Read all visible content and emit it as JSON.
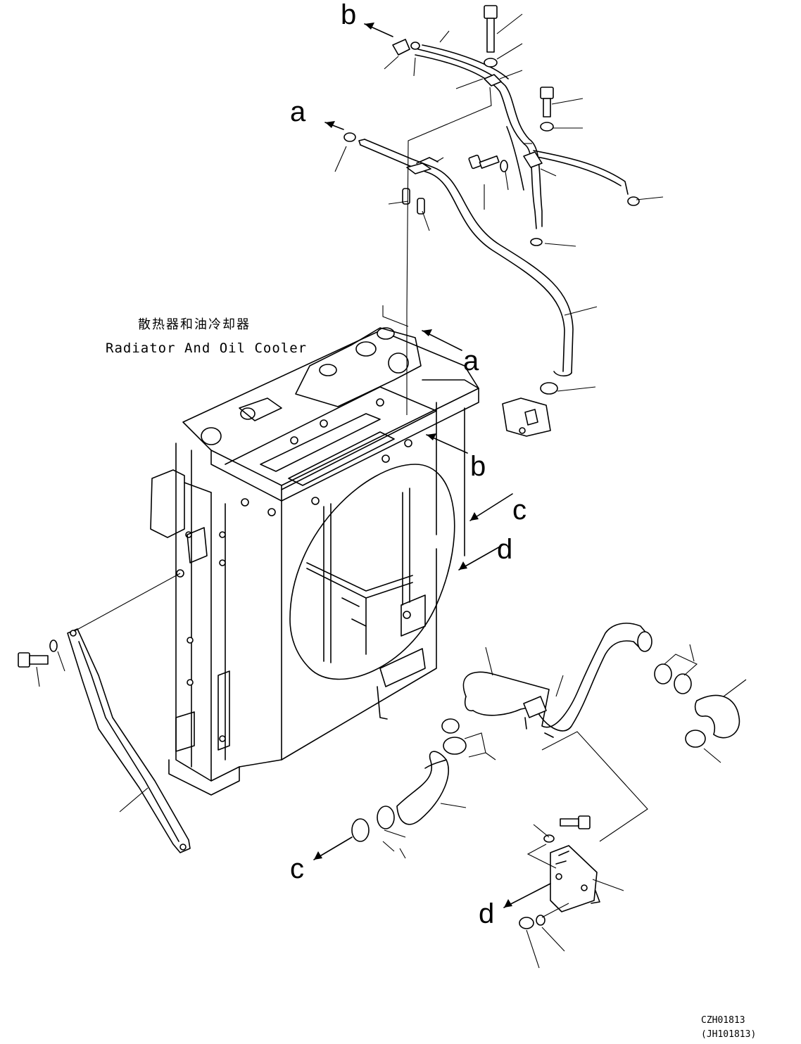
{
  "title": {
    "chinese": "散热器和油冷却器",
    "english": "Radiator And Oil Cooler"
  },
  "reference_labels": {
    "a": "a",
    "b": "b",
    "c": "c",
    "d": "d"
  },
  "drawing_codes": {
    "primary": "CZH01813",
    "secondary": "(JH101813)"
  }
}
